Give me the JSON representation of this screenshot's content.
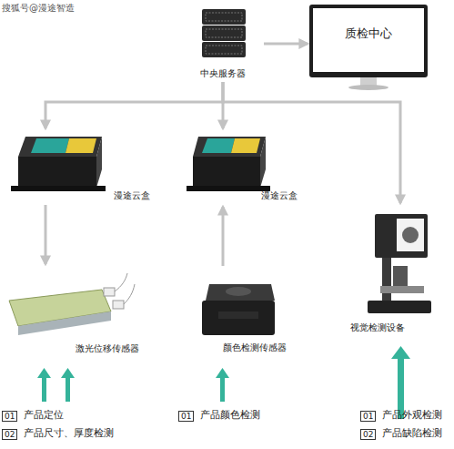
{
  "diagram": {
    "nodes": [
      {
        "text": [
          "中央服务器"
        ]
      },
      {
        "text": [
          "质检中心"
        ]
      },
      {
        "text": [
          "漫途云盒"
        ]
      },
      {
        "text": [
          "漫途云盒"
        ]
      },
      {
        "text": [
          "视觉检测设备"
        ]
      },
      {
        "text": [
          "激光位移传感器"
        ]
      },
      {
        "text": [
          "颜色检测传感器"
        ]
      }
    ],
    "edges": [
      {
        "from": 0,
        "to": 1,
        "arrow": "to"
      },
      {
        "from": 0,
        "to": 2,
        "arrow": "to"
      },
      {
        "from": 0,
        "to": 3,
        "arrow": "to"
      },
      {
        "from": 0,
        "to": 4,
        "arrow": "to"
      },
      {
        "from": 2,
        "to": 5,
        "arrow": "to"
      },
      {
        "from": 6,
        "to": 3,
        "arrow": "to"
      }
    ],
    "labels": [
      "搜狐号@漫途智造",
      "01",
      "产品定位",
      "02",
      "产品尺寸、厚度检测",
      "01",
      "产品颜色检测",
      "01",
      "产品外观检测",
      "02",
      "产品缺陷检测"
    ]
  }
}
